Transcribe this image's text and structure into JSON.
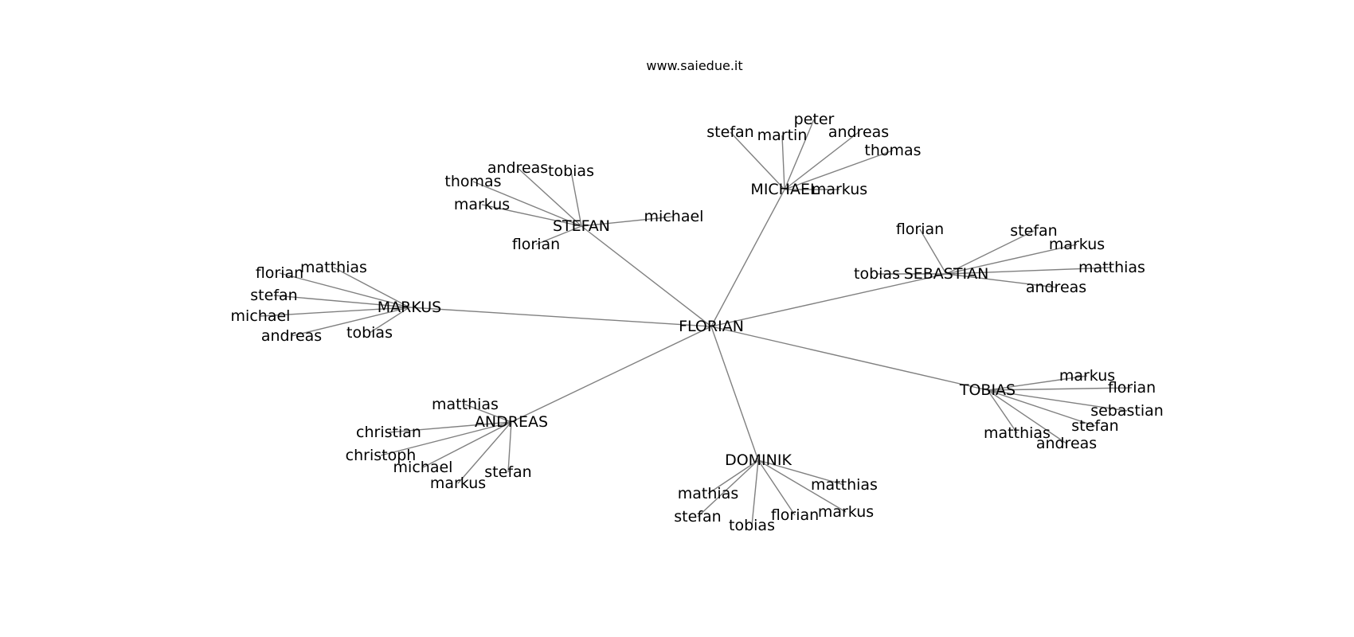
{
  "diagram": {
    "title": "www.saiedue.it",
    "center": {
      "name": "FLORIAN"
    },
    "hubs": [
      {
        "name": "STEFAN",
        "leaves": [
          "andreas",
          "tobias",
          "thomas",
          "markus",
          "michael",
          "florian"
        ]
      },
      {
        "name": "MICHAEL",
        "leaves": [
          "stefan",
          "martin",
          "peter",
          "andreas",
          "thomas",
          "markus"
        ]
      },
      {
        "name": "SEBASTIAN",
        "leaves": [
          "florian",
          "stefan",
          "markus",
          "tobias",
          "matthias",
          "andreas"
        ]
      },
      {
        "name": "MARKUS",
        "leaves": [
          "florian",
          "matthias",
          "stefan",
          "michael",
          "andreas",
          "tobias"
        ]
      },
      {
        "name": "TOBIAS",
        "leaves": [
          "markus",
          "florian",
          "sebastian",
          "stefan",
          "matthias",
          "andreas"
        ]
      },
      {
        "name": "ANDREAS",
        "leaves": [
          "matthias",
          "christian",
          "christoph",
          "michael",
          "markus",
          "stefan"
        ]
      },
      {
        "name": "DOMINIK",
        "leaves": [
          "matthias",
          "mathias",
          "markus",
          "florian",
          "stefan",
          "tobias"
        ]
      }
    ]
  }
}
